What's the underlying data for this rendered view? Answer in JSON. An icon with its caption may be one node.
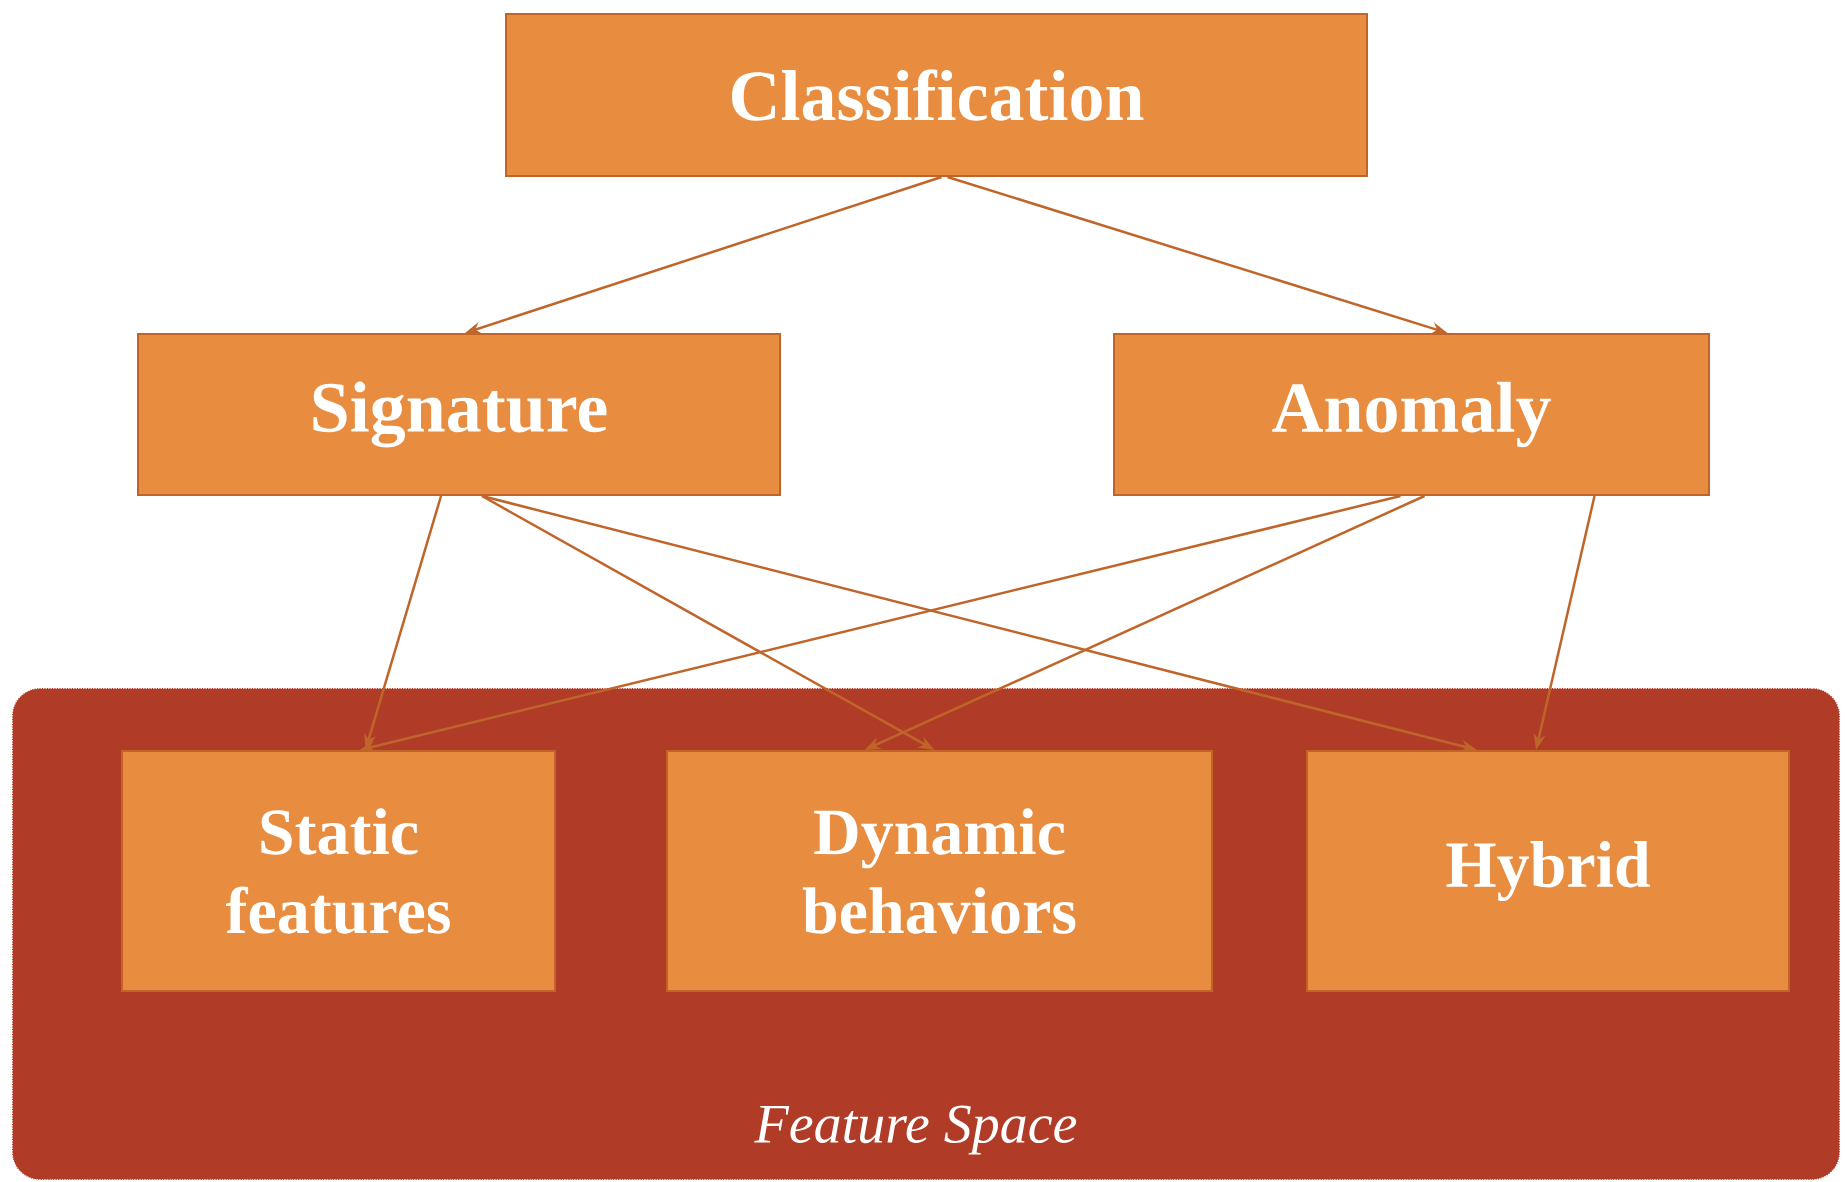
{
  "diagram": {
    "nodes": [
      {
        "text": [
          "Classification"
        ]
      },
      {
        "text": [
          "Signature"
        ]
      },
      {
        "text": [
          "Anomaly"
        ]
      },
      {
        "text": [
          "Feature Space"
        ]
      },
      {
        "text": [
          "Static features"
        ],
        "in": 3
      },
      {
        "text": [
          "Dynamic behaviors"
        ],
        "in": 3
      },
      {
        "text": [
          "Hybrid"
        ],
        "in": 3
      }
    ],
    "edges": [
      {
        "from": 0,
        "to": 1,
        "arrow": "to"
      },
      {
        "from": 0,
        "to": 2,
        "arrow": "to"
      },
      {
        "from": 1,
        "to": 4,
        "arrow": "to"
      },
      {
        "from": 1,
        "to": 5,
        "arrow": "to"
      },
      {
        "from": 1,
        "to": 6,
        "arrow": "to"
      },
      {
        "from": 2,
        "to": 4,
        "arrow": "to"
      },
      {
        "from": 2,
        "to": 5,
        "arrow": "to"
      },
      {
        "from": 2,
        "to": 6,
        "arrow": "to"
      }
    ]
  }
}
